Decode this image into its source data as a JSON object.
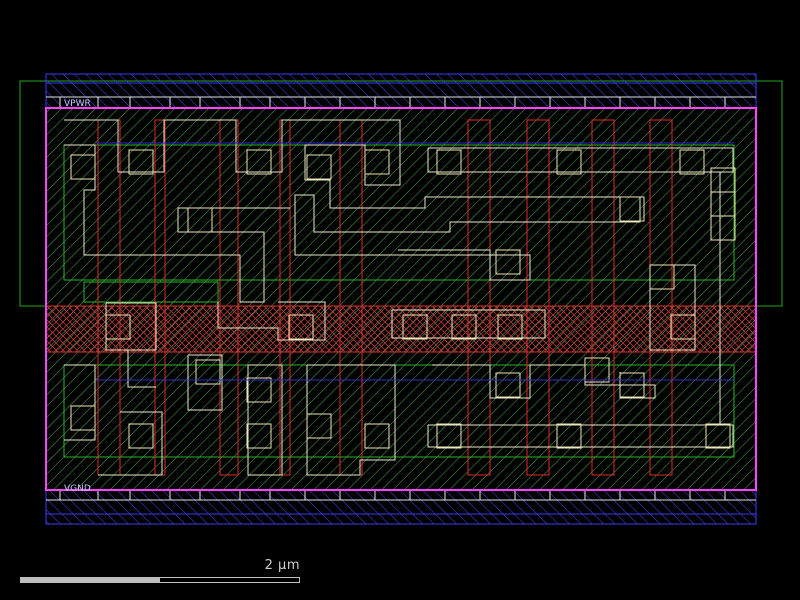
{
  "pins": {
    "vpwr": "VPWR",
    "vgnd": "VGND"
  },
  "scale": {
    "label": "2 µm",
    "fill_fraction": 0.5
  },
  "colors": {
    "background": "#000000",
    "nwell": "#20c020",
    "tap": "#3030ff",
    "poly": "#ff2828",
    "diff": "#d03030",
    "metal1": "#e0e0ff",
    "boundary": "#ff40ff",
    "contact": "#f0e0a0",
    "hatch_green": "#2ea84a",
    "hatch_blue": "#4a4aff",
    "pin_text": "#c8c8ff"
  }
}
